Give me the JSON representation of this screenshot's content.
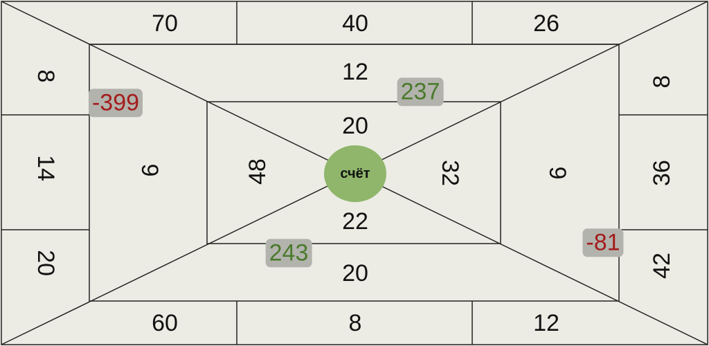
{
  "board": {
    "colors": {
      "background": "#ececE4",
      "line": "#222222",
      "positive": "#4a7a2c",
      "negative": "#a31d1d",
      "badge_bg": "#b3b3ad",
      "center": "#8fb66b"
    },
    "outer_top": [
      "70",
      "40",
      "26"
    ],
    "outer_bottom": [
      "60",
      "8",
      "12"
    ],
    "outer_left": [
      "8",
      "14",
      "20"
    ],
    "outer_right": [
      "8",
      "36",
      "42"
    ],
    "middle_top": "12",
    "middle_bottom": "20",
    "middle_left": "9",
    "middle_right": "9",
    "inner_top": "20",
    "inner_bottom": "22",
    "inner_left": "48",
    "inner_right": "32",
    "center_label": "счёт"
  },
  "scores": {
    "top_left": "-399",
    "top_right": "237",
    "bottom_left": "243",
    "bottom_right": "-81"
  }
}
